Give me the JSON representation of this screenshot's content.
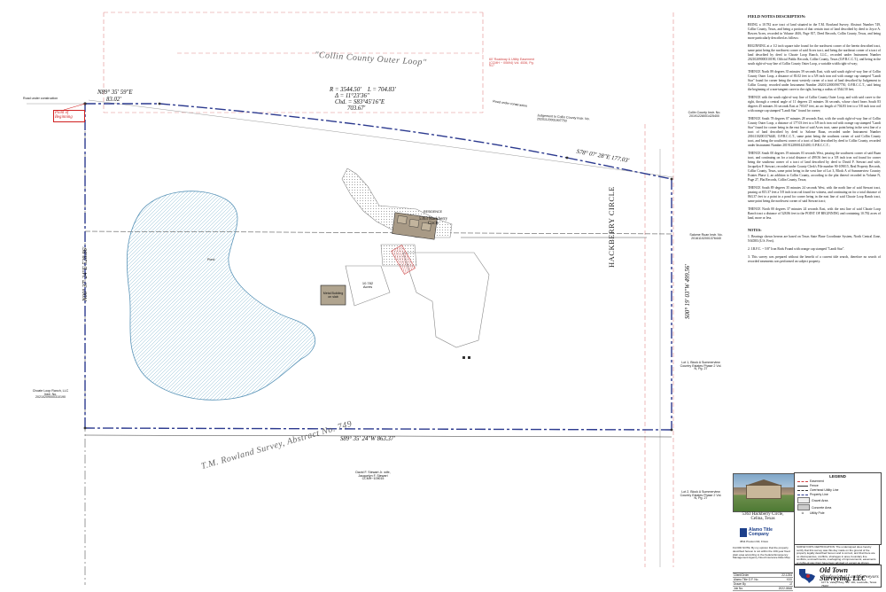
{
  "road_outer_loop": "\"Collin County Outer Loop\"",
  "road_hackberry": "HACKBERRY CIRCLE",
  "survey_abstract": "T.M. Rowland Survey, Abstract No. 749",
  "point_of_beginning": "Point of Beginning",
  "curve": {
    "radius": "R = 3544.50'",
    "length": "L = 704.83'",
    "delta": "Δ = 11°23'36\"",
    "chord_bearing": "Chd. = S83°45'16\"E",
    "chord": "703.67'"
  },
  "bearings": {
    "north_top": "N89° 35' 59\"E",
    "north_top_dist": "83.02'",
    "north_east": "S78° 07' 28\"E  177.03'",
    "south": "S89° 35' 24\"W  863.37'",
    "west": "N00° 37' 24\"E  528.86'",
    "east": "S00° 19' 03\"W  499.56'"
  },
  "residence": {
    "tag": "RESIDENCE",
    "address": "5363 Hackberry Circle"
  },
  "pond_label": "Pond",
  "metal_building": "Metal Building on slab",
  "acreage": "10.782 Acres",
  "easement_note": "60' Roadway & Utility Easement (CCMH ~ 00694) Vol. 4536, Pg. 917",
  "road_construction": "Road under construction",
  "adjoiners": [
    {
      "id": "judgment",
      "text": "Judgement to Collin County Instr. No. 20201120001907750"
    },
    {
      "id": "collin_county",
      "text": "Collin County Instr. No. 20191228001425400"
    },
    {
      "id": "salome",
      "text": "Salome Ruan Instr. No. 20161102001376440"
    },
    {
      "id": "lot1",
      "text": "Lot 1, Block A Summerview Country Estates Phase 2 Vol. N, Pg. 27"
    },
    {
      "id": "lot2",
      "text": "Lot 2, Block A Summerview Country Estates Phase 2 Vol. N, Pg. 27"
    },
    {
      "id": "choate",
      "text": "Choate Loop Ranch, LLC Instr. No. 20210209000310190"
    },
    {
      "id": "stewart",
      "text": "David F. Stewart Jr. wife, Jacquelyn F. Stewart CCMH~109015"
    }
  ],
  "notes": {
    "title": "FIELD NOTES DESCRIPTION:",
    "paragraphs": [
      "BEING a 10.782 acre tract of land situated in the T.M. Rowland Survey, Abstract Number 749, Collin County, Texas, and being a portion of that certain tract of land described by deed to Joyce A. Bowen Acres, recorded in Volume 4616, Page 817, Deed Records, Collin County, Texas, and being more particularly described as follows:",
      "BEGINNING at a 1/2 inch square tube found for the northwest corner of the herein described tract, same point being the northwest corner of said Acres tract, and being the northeast corner of a tract of land described by deed to Choate Loop Ranch, LLC., recorded under Instrument Number 20210209000310190, Official Public Records, Collin County, Texas (O.P.R.C.C.T.), and being in the south right-of-way line of Collin County Outer Loop, a variable width right-of-way;",
      "THENCE North 89 degrees 35 minutes 59 seconds East, with said south right-of-way line of Collin County Outer Loop, a distance of 83.02 feet to a 5/8 inch iron rod with orange cap stamped \"Landi Star\" found for corner being the most westerly corner of a tract of land described by Judgement to Collin County, recorded under Instrument Number 20201120001907750, O.P.R.C.C.T., said being the beginning of a non-tangent curve to the right, having a radius of 3544.50 feet;",
      "THENCE with the south right-of-way line of Collin County Outer Loop, and with said curve to the right, through a central angle of 11 degrees 23 minutes 36 seconds, whose chord bears South 83 degrees 45 minutes 16 seconds East at 703.67 feet, an arc length of 704.83 feet to a 5/8 inch iron rod with orange cap stamped \"Landi Star\" found for corner;",
      "THENCE South 78 degrees 07 minutes 28 seconds East, with the south right-of-way line of Collin County Outer Loop, a distance of 177.03 feet to a 5/8 inch iron rod with orange cap stamped \"Landi Star\" found for corner being in the east line of said Acres tract, same point being in the west line of a tract of land described by deed to Salome Ruan, recorded under Instrument Number 20161102001376440, O.P.R.C.C.T., same point being the southeast corner of said Collin County tract, and being the southwest corner of a tract of land described by deed to Collin County, recorded under Instrument Number 20191228001425400, O.P.R.C.C.T.;",
      "THENCE South 00 degrees 19 minutes 03 seconds West, passing the southwest corner of said Ruan tract, and continuing on for a total distance of 499.56 feet to a 5/8 inch iron rod found for corner being the southeast corner of a tract of land described by deed to David F. Stewart and wife, Jacquelyn F. Stewart, recorded under County Clerk's File number 90-109015, Real Property Records, Collin County, Texas, same point being in the west line of Lot 3, Block A of Summerview Country Estates Phase 2, an addition to Collin County, according to the plat thereof recorded in Volume N, Page 27, Plat Records, Collin County, Texas;",
      "THENCE South 89 degrees 35 minutes 24 seconds West, with the north line of said Stewart tract, passing at 815.37 feet a 5/8 inch iron rod found for witness, and continuing on for a total distance of 863.37 feet to a point in a pond for corner being in the east line of said Choate Loop Ranch tract, same point being the northwest corner of said Stewart tract;",
      "THENCE North 00 degrees 37 minutes 24 seconds East, with the east line of said Choate Loop Ranch tract a distance of 528.86 feet to the POINT OF BEGINNING and containing 10.782 acres of land, more or less."
    ],
    "notes_title": "NOTES:",
    "note_items": [
      "1. Bearings shown hereon are based on Texas State Plane Coordinate System, North Central Zone, NAD83 (U.S. Feet).",
      "2. I.R.F.C. ~ 5/8\" Iron Rods Found with orange cap stamped \"Landi Star\".",
      "3. This survey was prepared without the benefit of a current title search, therefore no search of recorded easements was performed on subject property."
    ]
  },
  "legend": {
    "title": "LEGEND",
    "items": [
      "Easement",
      "Fence",
      "Overhead Utility Line",
      "Property Line",
      "Gravel Area",
      "Concrete Area",
      "Utility Pole"
    ]
  },
  "title_block": {
    "address_line1": "5363 Hackberry Circle,",
    "address_line2": "Celina, Texas",
    "title_company": "Alamo Title Company",
    "title_company_addr": "3811 Preston Rd, Frisco",
    "flood_note": "FLOOD NOTE: By my opinion that the property described hereon is not within the 100-year flood plain area according to the Federal Emergency Management Agency Flood Insurance Rate Map.",
    "surveyor_name": "Old Town Surveying, LLC",
    "surveyor_sub": "Professional Land Surveyors",
    "surveyor_addr": "107 N. Valley Pkwy, Ste. 100, Lewisville, Texas 75067",
    "cert_text": "SURVEYOR'S CERTIFICATION: The undersigned does hereby certify that this survey was this day made on the ground of the property legally described hereon and is correct, and that there are no discrepancies, conflicts, shortages in area, boundary line conflicts, encroachments, overlapping of improvements, easements or rights-of-way that I have been advised of, except as shown hereon.",
    "date": "August 17, 2022",
    "job_rows": [
      {
        "label": "Client/Order",
        "value": "22-1254"
      },
      {
        "label": "Alamo Title G.F. No.",
        "value": "XXX"
      },
      {
        "label": "Drawn By",
        "value": "JJ"
      },
      {
        "label": "Job No.",
        "value": "2022-0848"
      }
    ]
  }
}
